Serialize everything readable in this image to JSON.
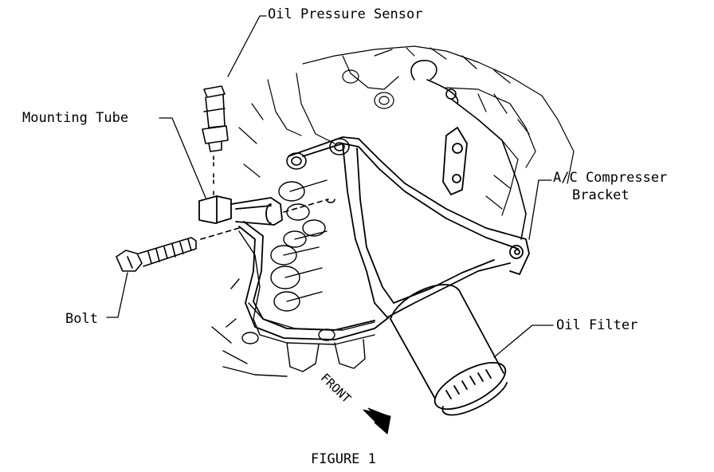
{
  "figure": {
    "caption": "FIGURE 1",
    "direction_label": "FRONT"
  },
  "callouts": {
    "oil_pressure_sensor": "Oil Pressure Sensor",
    "mounting_tube": "Mounting Tube",
    "ac_bracket_line1": "A/C Compresser",
    "ac_bracket_line2": "Bracket",
    "bolt": "Bolt",
    "oil_filter": "Oil Filter"
  },
  "colors": {
    "ink": "#000000",
    "paper": "#ffffff"
  }
}
